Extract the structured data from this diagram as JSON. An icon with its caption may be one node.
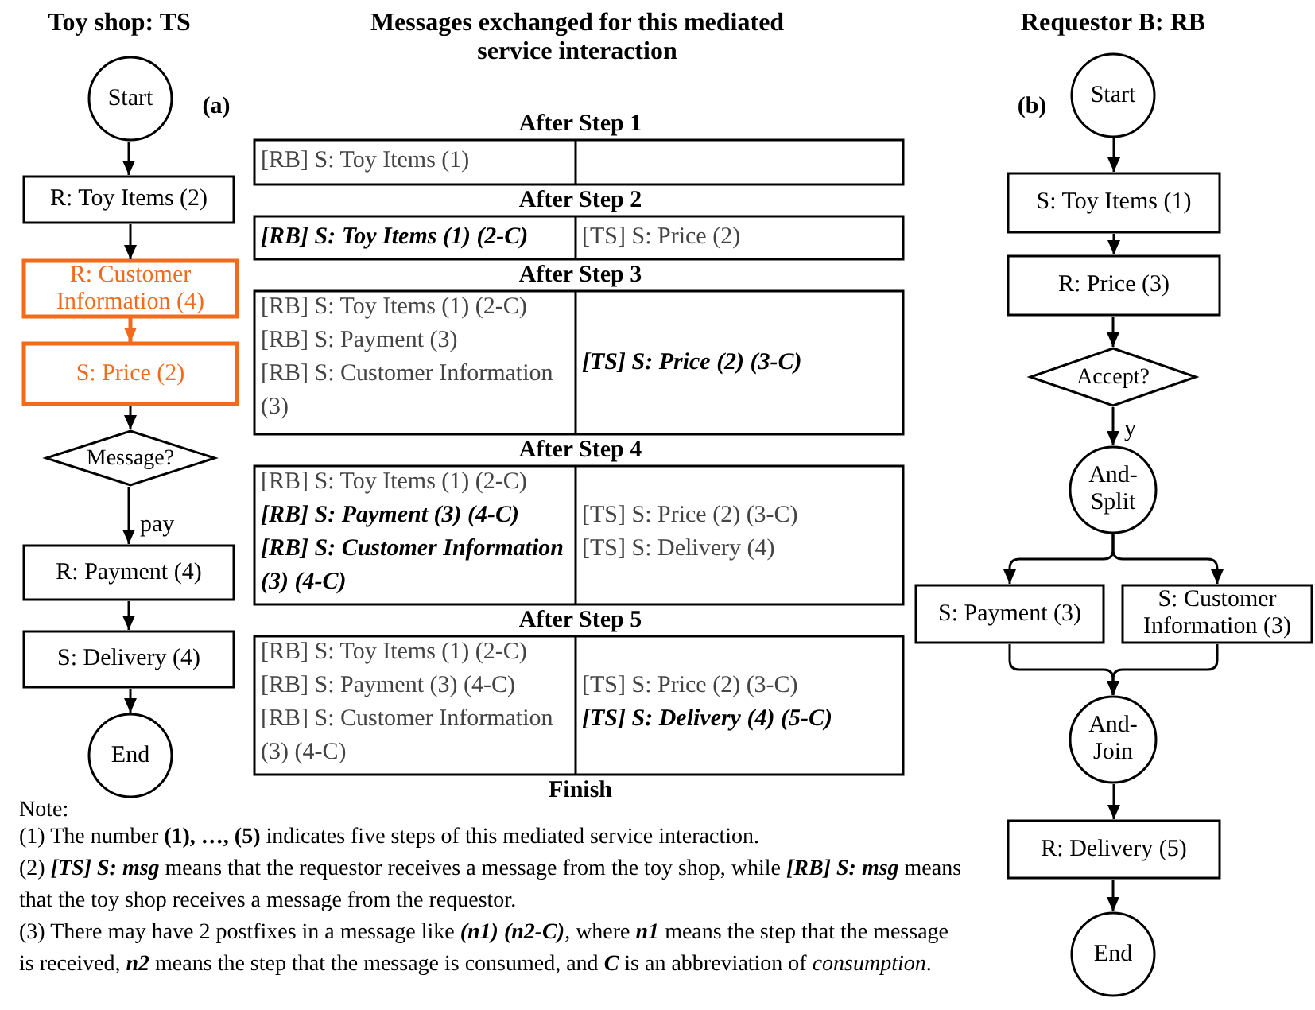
{
  "diagram": {
    "nodes": [
      {
        "text": [
          "Start"
        ]
      },
      {
        "text": [
          "R: Toy Items (2)"
        ]
      },
      {
        "text": [
          "R: Customer Information (4)"
        ]
      },
      {
        "text": [
          "S: Price (2)"
        ]
      },
      {
        "text": [
          "Message?"
        ]
      },
      {
        "text": [
          "R: Payment (4)"
        ]
      },
      {
        "text": [
          "S: Delivery (4)"
        ]
      },
      {
        "text": [
          "End"
        ]
      },
      {
        "text": [
          "Start"
        ]
      },
      {
        "text": [
          "S: Toy Items (1)"
        ]
      },
      {
        "text": [
          "R: Price (3)"
        ]
      },
      {
        "text": [
          "Accept?"
        ]
      },
      {
        "text": [
          "And- Split"
        ]
      },
      {
        "text": [
          "S: Payment (3)"
        ]
      },
      {
        "text": [
          "S: Customer Information (3)"
        ]
      },
      {
        "text": [
          "And- Join"
        ]
      },
      {
        "text": [
          "R: Delivery (5)"
        ]
      },
      {
        "text": [
          "End"
        ]
      }
    ],
    "edges": [
      {
        "from": 0,
        "to": 1,
        "arrow": "to"
      },
      {
        "from": 1,
        "to": 2,
        "arrow": "to"
      },
      {
        "from": 2,
        "to": 3,
        "arrow": "to",
        "color": "#f26b1d"
      },
      {
        "from": 3,
        "to": 4,
        "arrow": "to"
      },
      {
        "from": 4,
        "to": 5,
        "arrow": "to",
        "label": "pay"
      },
      {
        "from": 5,
        "to": 6,
        "arrow": "to"
      },
      {
        "from": 6,
        "to": 7,
        "arrow": "to"
      },
      {
        "from": 8,
        "to": 9,
        "arrow": "to"
      },
      {
        "from": 9,
        "to": 10,
        "arrow": "to"
      },
      {
        "from": 10,
        "to": 11,
        "arrow": "to"
      },
      {
        "from": 11,
        "to": 12,
        "arrow": "to",
        "label": "y"
      },
      {
        "from": 12,
        "to": 13,
        "arrow": "to"
      },
      {
        "from": 12,
        "to": 14,
        "arrow": "to"
      },
      {
        "from": 13,
        "to": 15,
        "arrow": "to"
      },
      {
        "from": 14,
        "to": 15,
        "arrow": "to"
      },
      {
        "from": 15,
        "to": 16,
        "arrow": "to"
      },
      {
        "from": 16,
        "to": 17,
        "arrow": "to"
      }
    ],
    "labels": [
      "Toy shop: TS",
      "Messages exchanged for this mediated service interaction",
      "Requestor B: RB",
      "(a)",
      "(b)",
      "After Step 1",
      "[RB] S: Toy Items (1)",
      "After Step 2",
      "*[RB] S: Toy Items (1) (2-C)*",
      "[TS] S: Price (2)",
      "After Step 3",
      "[RB] S: Toy Items (1) (2-C)",
      "[RB] S: Payment (3)",
      "[RB] S: Customer Information (3)",
      "*[TS] S: Price (2) (3-C)*",
      "After Step 4",
      "[RB] S: Toy Items (1) (2-C)",
      "*[RB] S: Payment (3) (4-C)*",
      "*[RB] S: Customer Information (3) (4-C)*",
      "[TS] S: Price (2) (3-C)",
      "[TS] S: Delivery (4)",
      "After Step 5",
      "[RB] S: Toy Items (1) (2-C)",
      "[RB] S: Payment (3) (4-C)",
      "[RB] S: Customer Information (3) (4-C)",
      "[TS] S: Price (2) (3-C)",
      "*[TS] S: Delivery (4) (5-C)*",
      "Finish",
      "Note:",
      "(1) The number **(1), …, (5)** indicates five steps of this mediated service interaction.",
      "(2) **[TS] S: msg** means that the requestor receives a message from the toy shop, while **[RB] S: msg** means that the toy shop receives a message from the requestor.",
      "(3) There may have 2 postfixes in a message like **(n1) (n2-C)**, where **n1** means the step that the message is received, **n2** means the step that the message is consumed, and **C** is an abbreviation of *consumption*."
    ]
  }
}
